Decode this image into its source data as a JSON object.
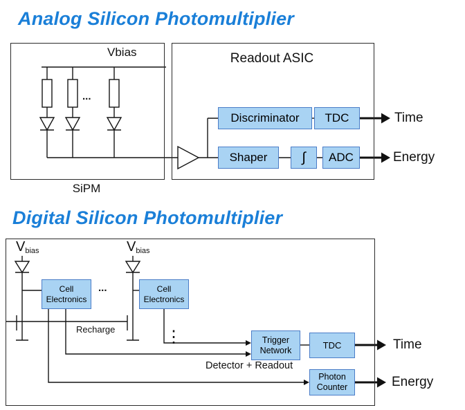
{
  "analog": {
    "title": "Analog Silicon Photomultiplier",
    "vbias": "Vbias",
    "sipm_label": "SiPM",
    "resistor_dots": "...",
    "asic_title": "Readout ASIC",
    "discriminator": "Discriminator",
    "tdc": "TDC",
    "shaper": "Shaper",
    "integrator": "∫",
    "adc": "ADC",
    "time": "Time",
    "energy": "Energy"
  },
  "digital": {
    "title": "Digital Silicon Photomultiplier",
    "vbias_v": "V",
    "vbias_sub": "bias",
    "cell_line1": "Cell",
    "cell_line2": "Electronics",
    "cell_dots": "...",
    "recharge": "Recharge",
    "vertical_dots": "⋮",
    "trigger_line1": "Trigger",
    "trigger_line2": "Network",
    "tdc": "TDC",
    "detector_readout": "Detector + Readout",
    "photon_line1": "Photon",
    "photon_line2": "Counter",
    "time": "Time",
    "energy": "Energy"
  },
  "colors": {
    "title_blue": "#1a7fd8",
    "block_fill": "#a9d3f3",
    "block_border": "#4a7cc7",
    "wire_black": "#141414"
  }
}
